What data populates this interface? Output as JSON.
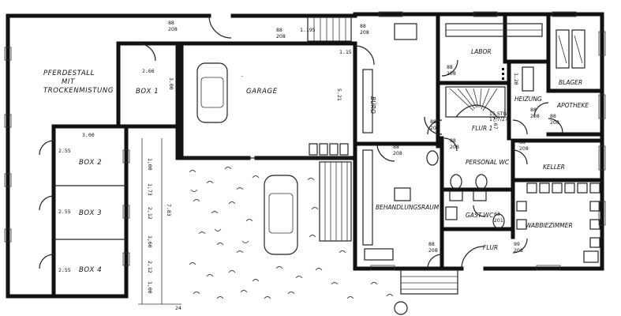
{
  "rooms": {
    "pferdestall": [
      "PFERDESTALL",
      "MIT",
      "TROCKENMISTUNG"
    ],
    "box1": "BOX 1",
    "box2": "BOX 2",
    "box3": "BOX 3",
    "box4": "BOX 4",
    "garage": "GARAGE",
    "buero": "BÜRO",
    "labor": "LABOR",
    "lager": "BLAGER",
    "heizung": "HEIZUNG",
    "apotheke": "APOTHEKE",
    "flur1": "FLUR 1",
    "stair_note": [
      "15 STG",
      "17,7/27"
    ],
    "personal_wc": "PERSONAL WC",
    "keller": "KELLER",
    "behandlungsraum": "BEHANDLUNGSRAUM",
    "gast_wc": "GAST WC",
    "flur": "FLUR",
    "wartezimmer": "WABBIEZIMMER"
  },
  "door_labels": {
    "top_88": "88",
    "bottom_208": "208",
    "wc_top": "63",
    "wc_bottom": "201",
    "flur_top": "99",
    "flur_bottom": "208"
  },
  "dimensions": {
    "box1_width": "2.66",
    "box1_depth": "3.00",
    "box2_width": "3.00",
    "box2_depth": "2.55",
    "box3_depth": "2.55",
    "box4_depth": "2.55",
    "garage_top": "1.195",
    "garage_top_small": "1.15",
    "garage_depth": "5.21",
    "heizung": "1.20",
    "flur1": "1.67",
    "stack": [
      "1,00",
      "1,73",
      "2,12",
      "1,60",
      "2,12",
      "1,00"
    ],
    "total": "7.83",
    "bottom_edge": "24"
  }
}
